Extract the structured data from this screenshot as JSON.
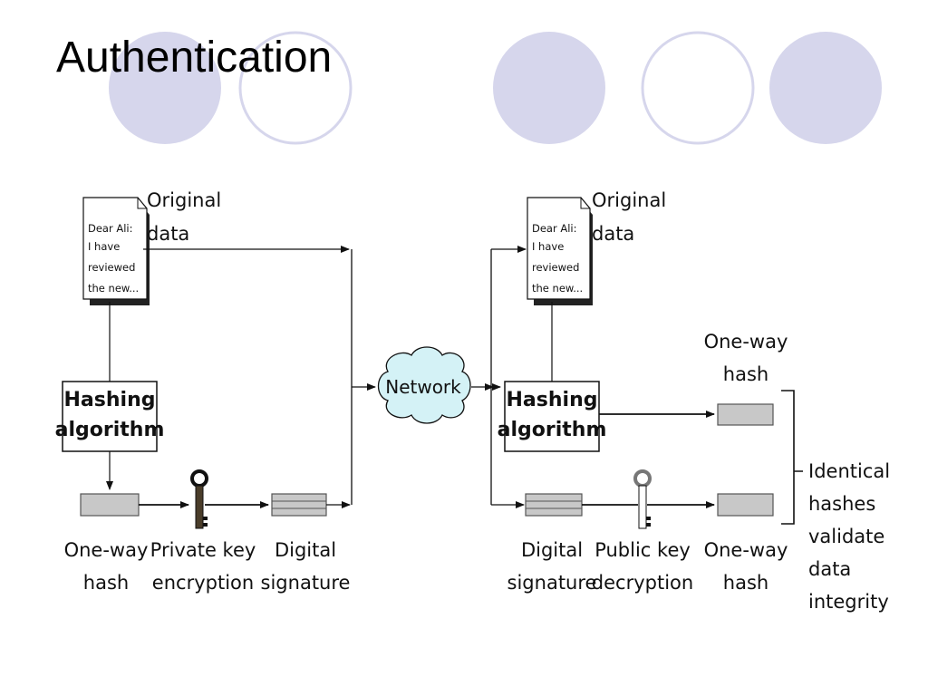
{
  "slide": {
    "title": "Authentication",
    "accent_color": "#d6d6ec",
    "ring_color": "#d6d6ec"
  },
  "diagram": {
    "sender": {
      "document_lines": [
        "Dear Ali:",
        "I have",
        "reviewed",
        "the new..."
      ],
      "document_label": [
        "Original",
        "data"
      ],
      "hashing_label": [
        "Hashing",
        "algorithm"
      ],
      "hash_label": [
        "One-way",
        "hash"
      ],
      "key_label": [
        "Private key",
        "encryption"
      ],
      "signature_label": [
        "Digital",
        "signature"
      ]
    },
    "network_label": "Network",
    "receiver": {
      "document_lines": [
        "Dear Ali:",
        "I have",
        "reviewed",
        "the new..."
      ],
      "document_label": [
        "Original",
        "data"
      ],
      "hashing_label": [
        "Hashing",
        "algorithm"
      ],
      "top_hash_label": [
        "One-way",
        "hash"
      ],
      "signature_label": [
        "Digital",
        "signature"
      ],
      "key_label": [
        "Public key",
        "decryption"
      ],
      "bottom_hash_label": [
        "One-way",
        "hash"
      ],
      "conclusion": [
        "Identical",
        "hashes",
        "validate",
        "data",
        "integrity"
      ]
    },
    "colors": {
      "hash_box_fill": "#c8c8c8",
      "network_fill": "#d4f2f6",
      "line": "#111111"
    }
  }
}
